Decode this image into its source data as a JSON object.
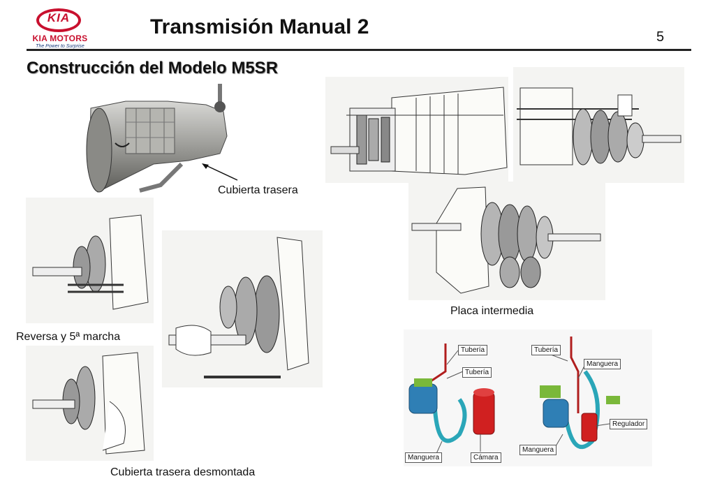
{
  "header": {
    "logo_text": "KIA",
    "logo_motors": "KIA MOTORS",
    "logo_tagline": "The Power to Surprise",
    "title": "Transmisión Manual 2",
    "page_number": "5"
  },
  "subtitle": "Construcción del Modelo M5SR",
  "captions": {
    "rear_cover": "Cubierta trasera",
    "intermediate_plate": "Placa intermedia",
    "reverse_fifth": "Reversa y 5ª marcha",
    "rear_cover_removed": "Cubierta trasera desmontada"
  },
  "diagram_labels": {
    "tuberia_1": "Tubería",
    "tuberia_2": "Tubería",
    "tuberia_3": "Tubería",
    "manguera_1": "Manguera",
    "manguera_2": "Manguera",
    "manguera_3": "Manguera",
    "camara": "Cámara",
    "regulador": "Regulador"
  },
  "colors": {
    "brand_red": "#c8102e",
    "hose_cyan": "#2aa6b8",
    "pipe_red": "#b01e1e",
    "cylinder_red": "#d02020",
    "master_blue": "#2f7fb5",
    "bracket_green": "#7ab83a"
  }
}
